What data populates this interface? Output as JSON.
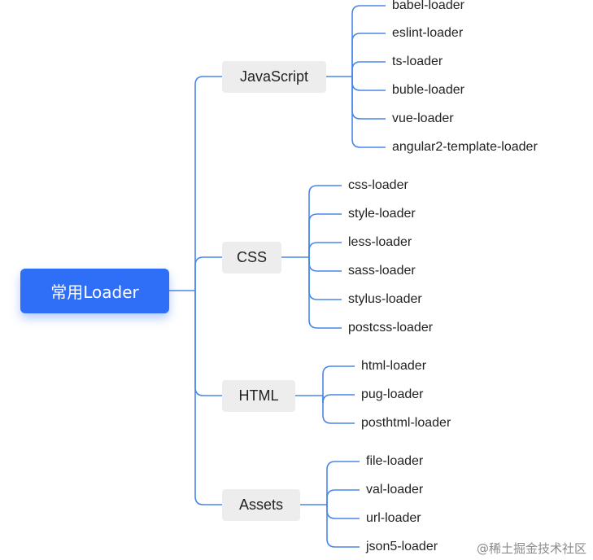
{
  "root": {
    "label": "常用Loader"
  },
  "categories": [
    {
      "label": "JavaScript",
      "loaders": [
        "babel-loader",
        "eslint-loader",
        "ts-loader",
        "buble-loader",
        "vue-loader",
        "angular2-template-loader"
      ]
    },
    {
      "label": "CSS",
      "loaders": [
        "css-loader",
        "style-loader",
        "less-loader",
        "sass-loader",
        "stylus-loader",
        "postcss-loader"
      ]
    },
    {
      "label": "HTML",
      "loaders": [
        "html-loader",
        "pug-loader",
        "posthtml-loader"
      ]
    },
    {
      "label": "Assets",
      "loaders": [
        "file-loader",
        "val-loader",
        "url-loader",
        "json5-loader"
      ]
    }
  ],
  "watermark": "@稀土掘金技术社区",
  "colors": {
    "root_bg": "#2f6ef6",
    "connector": "#4a86e8",
    "category_bg": "#ededed"
  }
}
